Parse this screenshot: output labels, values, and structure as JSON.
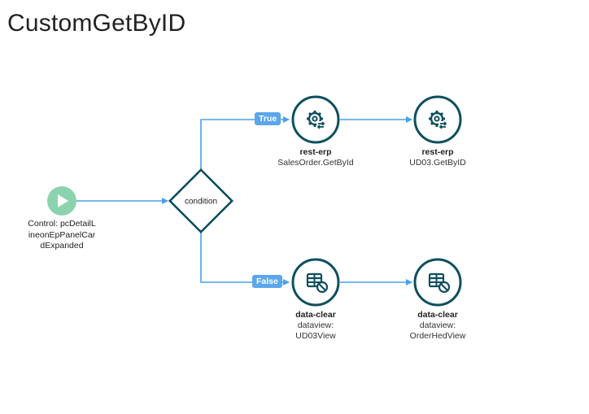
{
  "page": {
    "title": "CustomGetByID"
  },
  "colors": {
    "connector": "#4aa0ea",
    "node_border": "#0f4f5e",
    "node_icon": "#0f4f5e",
    "start_fill": "#8bd3ae",
    "badge": "#5aa7ec"
  },
  "start": {
    "icon": "play-icon",
    "label": "Control: pcDetailLineonEpPanelCardExpanded"
  },
  "condition": {
    "label": "condition"
  },
  "branches": {
    "true_label": "True",
    "false_label": "False"
  },
  "nodes": [
    {
      "id": "rest-erp-salesorder",
      "icon": "gear-exchange-icon",
      "type": "rest-erp",
      "detail": "SalesOrder.GetById"
    },
    {
      "id": "rest-erp-ud03",
      "icon": "gear-exchange-icon",
      "type": "rest-erp",
      "detail": "UD03.GetByID"
    },
    {
      "id": "data-clear-ud03",
      "icon": "table-clear-icon",
      "type": "data-clear",
      "detail": "dataview: UD03View"
    },
    {
      "id": "data-clear-orderhed",
      "icon": "table-clear-icon",
      "type": "data-clear",
      "detail": "dataview: OrderHedView"
    }
  ]
}
